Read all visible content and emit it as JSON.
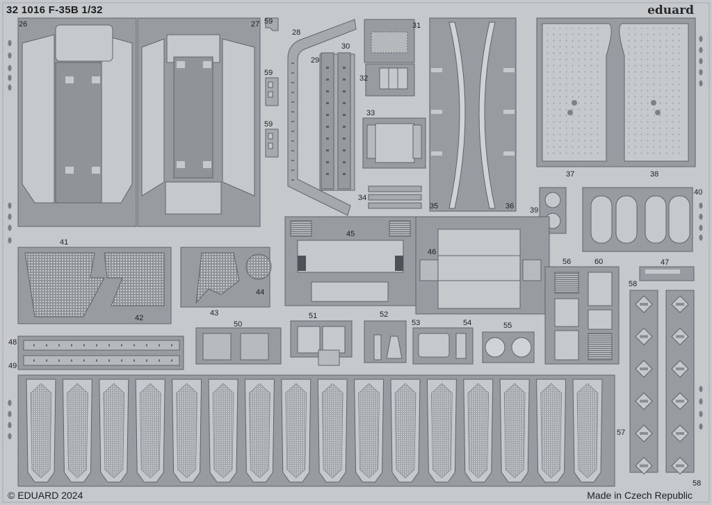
{
  "header": {
    "sheet_title": "32 1016 F-35B 1/32",
    "brand": "eduard"
  },
  "footer": {
    "copyright": "© EDUARD 2024",
    "origin": "Made in Czech Republic"
  },
  "part_numbers": [
    "26",
    "27",
    "28",
    "29",
    "30",
    "31",
    "32",
    "33",
    "34",
    "35",
    "36",
    "37",
    "38",
    "39",
    "40",
    "41",
    "42",
    "43",
    "44",
    "45",
    "46",
    "47",
    "48",
    "49",
    "50",
    "51",
    "52",
    "53",
    "54",
    "55",
    "56",
    "57",
    "58",
    "58",
    "59",
    "59",
    "59",
    "60"
  ]
}
